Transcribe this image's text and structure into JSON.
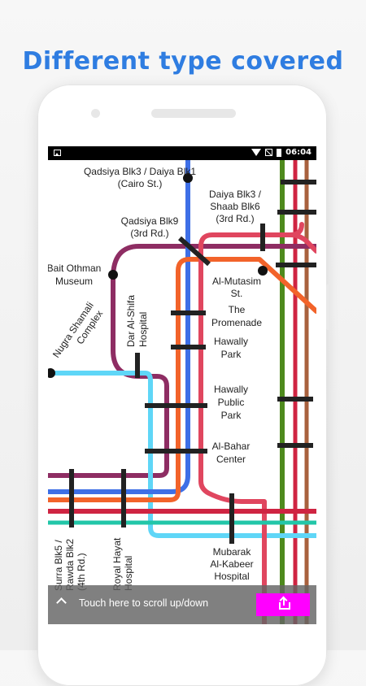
{
  "promo": {
    "headline": "Different type covered"
  },
  "status_bar": {
    "time": "06:04",
    "icons": [
      "image-icon",
      "wifi-icon",
      "no-signal-icon",
      "battery-icon"
    ]
  },
  "map": {
    "colors": {
      "blue": "#3e6fe6",
      "orange": "#f2632a",
      "red": "#e0465f",
      "maroon": "#8e2d63",
      "cyan": "#5fd6f7",
      "green": "#4e8a1d",
      "brown": "#a8613d",
      "teal": "#22c6a8",
      "crimson": "#cf2442"
    },
    "stations": {
      "qadsiya_daiya": [
        "Qadsiya Blk3 / Daiya Blk1",
        "(Cairo St.)"
      ],
      "daiya_shaab": [
        "Daiya Blk3 /",
        "Shaab Blk6",
        "(3rd Rd.)"
      ],
      "qadsiya_blk9": [
        "Qadsiya Blk9",
        "(3rd Rd.)"
      ],
      "bait_othman": [
        "Bait Othman",
        "Museum"
      ],
      "al_mutasim": [
        "Al-Mutasim",
        "St."
      ],
      "promenade": [
        "The",
        "Promenade"
      ],
      "dar_alshifa": [
        "Dar Al-Shifa",
        "Hospital"
      ],
      "nugra": [
        "Nugra Shamali",
        "Complex"
      ],
      "hawally_park": [
        "Hawally",
        "Park"
      ],
      "hawally_public_park": [
        "Hawally",
        "Public",
        "Park"
      ],
      "al_bahar": [
        "Al-Bahar",
        "Center"
      ],
      "surra": [
        "Surra Blk5 /",
        "Rawda Blk2",
        "(4th Rd.)"
      ],
      "royal_hayat": [
        "Royal Hayat",
        "Hospital"
      ],
      "mubarak": [
        "Mubarak",
        "Al-Kabeer",
        "Hospital"
      ]
    }
  },
  "bottom_bar": {
    "scroll_label": "Touch here to scroll up/down",
    "share_color": "#ff00ff"
  }
}
